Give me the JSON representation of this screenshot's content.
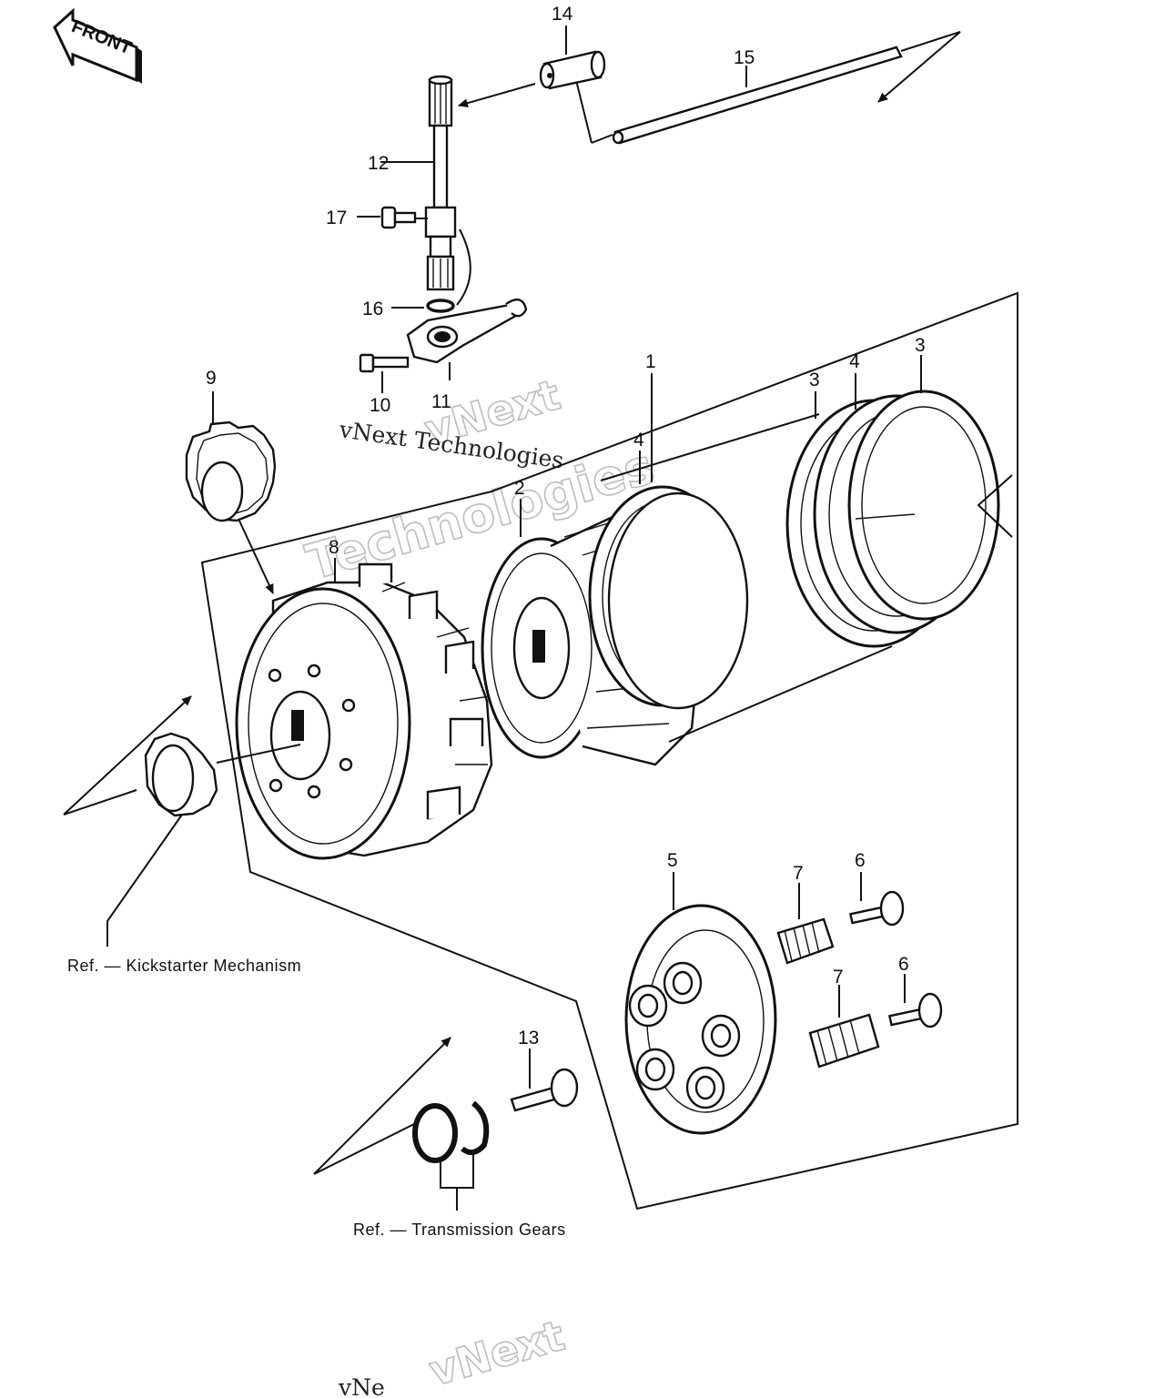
{
  "badge": {
    "label": "FRONT"
  },
  "callouts": [
    {
      "id": "c14",
      "label": "14"
    },
    {
      "id": "c15",
      "label": "15"
    },
    {
      "id": "c12",
      "label": "12"
    },
    {
      "id": "c17",
      "label": "17"
    },
    {
      "id": "c16",
      "label": "16"
    },
    {
      "id": "c10",
      "label": "10"
    },
    {
      "id": "c11",
      "label": "11"
    },
    {
      "id": "c9",
      "label": "9"
    },
    {
      "id": "c1",
      "label": "1"
    },
    {
      "id": "c3a",
      "label": "3"
    },
    {
      "id": "c4a",
      "label": "4"
    },
    {
      "id": "c3b",
      "label": "3"
    },
    {
      "id": "c4b",
      "label": "4"
    },
    {
      "id": "c2",
      "label": "2"
    },
    {
      "id": "c8",
      "label": "8"
    },
    {
      "id": "c5",
      "label": "5"
    },
    {
      "id": "c7a",
      "label": "7"
    },
    {
      "id": "c6a",
      "label": "6"
    },
    {
      "id": "c7b",
      "label": "7"
    },
    {
      "id": "c6b",
      "label": "6"
    },
    {
      "id": "c13",
      "label": "13"
    }
  ],
  "references": {
    "kickstarter": "Ref. — Kickstarter Mechanism",
    "transmission": "Ref. — Transmission Gears"
  },
  "watermark": {
    "line1": "vNext",
    "line2": "Technologies",
    "serif_text": "vNext Technologies",
    "bottom_partial": "vNe"
  },
  "colors": {
    "ink": "#111111",
    "paper": "#ffffff",
    "watermark_outline": "#bdbdbd"
  }
}
